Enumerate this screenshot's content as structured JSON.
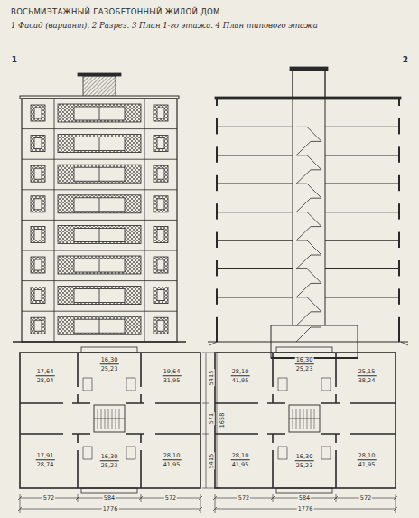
{
  "diagram": {
    "title": "ВОСЬМИЭТАЖНЫЙ ГАЗОБЕТОННЫЙ ЖИЛОЙ ДОМ",
    "caption": "1 Фасад (вариант). 2 Разрез. 3 План 1-го этажа. 4 План типового этажа",
    "labels": [
      "1",
      "2",
      "17,64",
      "28,04",
      "16,30",
      "25,23",
      "19,64",
      "31,95",
      "17,91",
      "28,74",
      "16,30",
      "25,23",
      "28,10",
      "41,95",
      "5415",
      "571",
      "1658",
      "5415",
      "572",
      "584",
      "572",
      "1776",
      "28,10",
      "41,95",
      "16,30",
      "25,23",
      "25,15",
      "38,24",
      "28,10",
      "41,95",
      "16,30",
      "25,23",
      "28,10",
      "41,95",
      "572",
      "584",
      "572",
      "1776"
    ]
  }
}
